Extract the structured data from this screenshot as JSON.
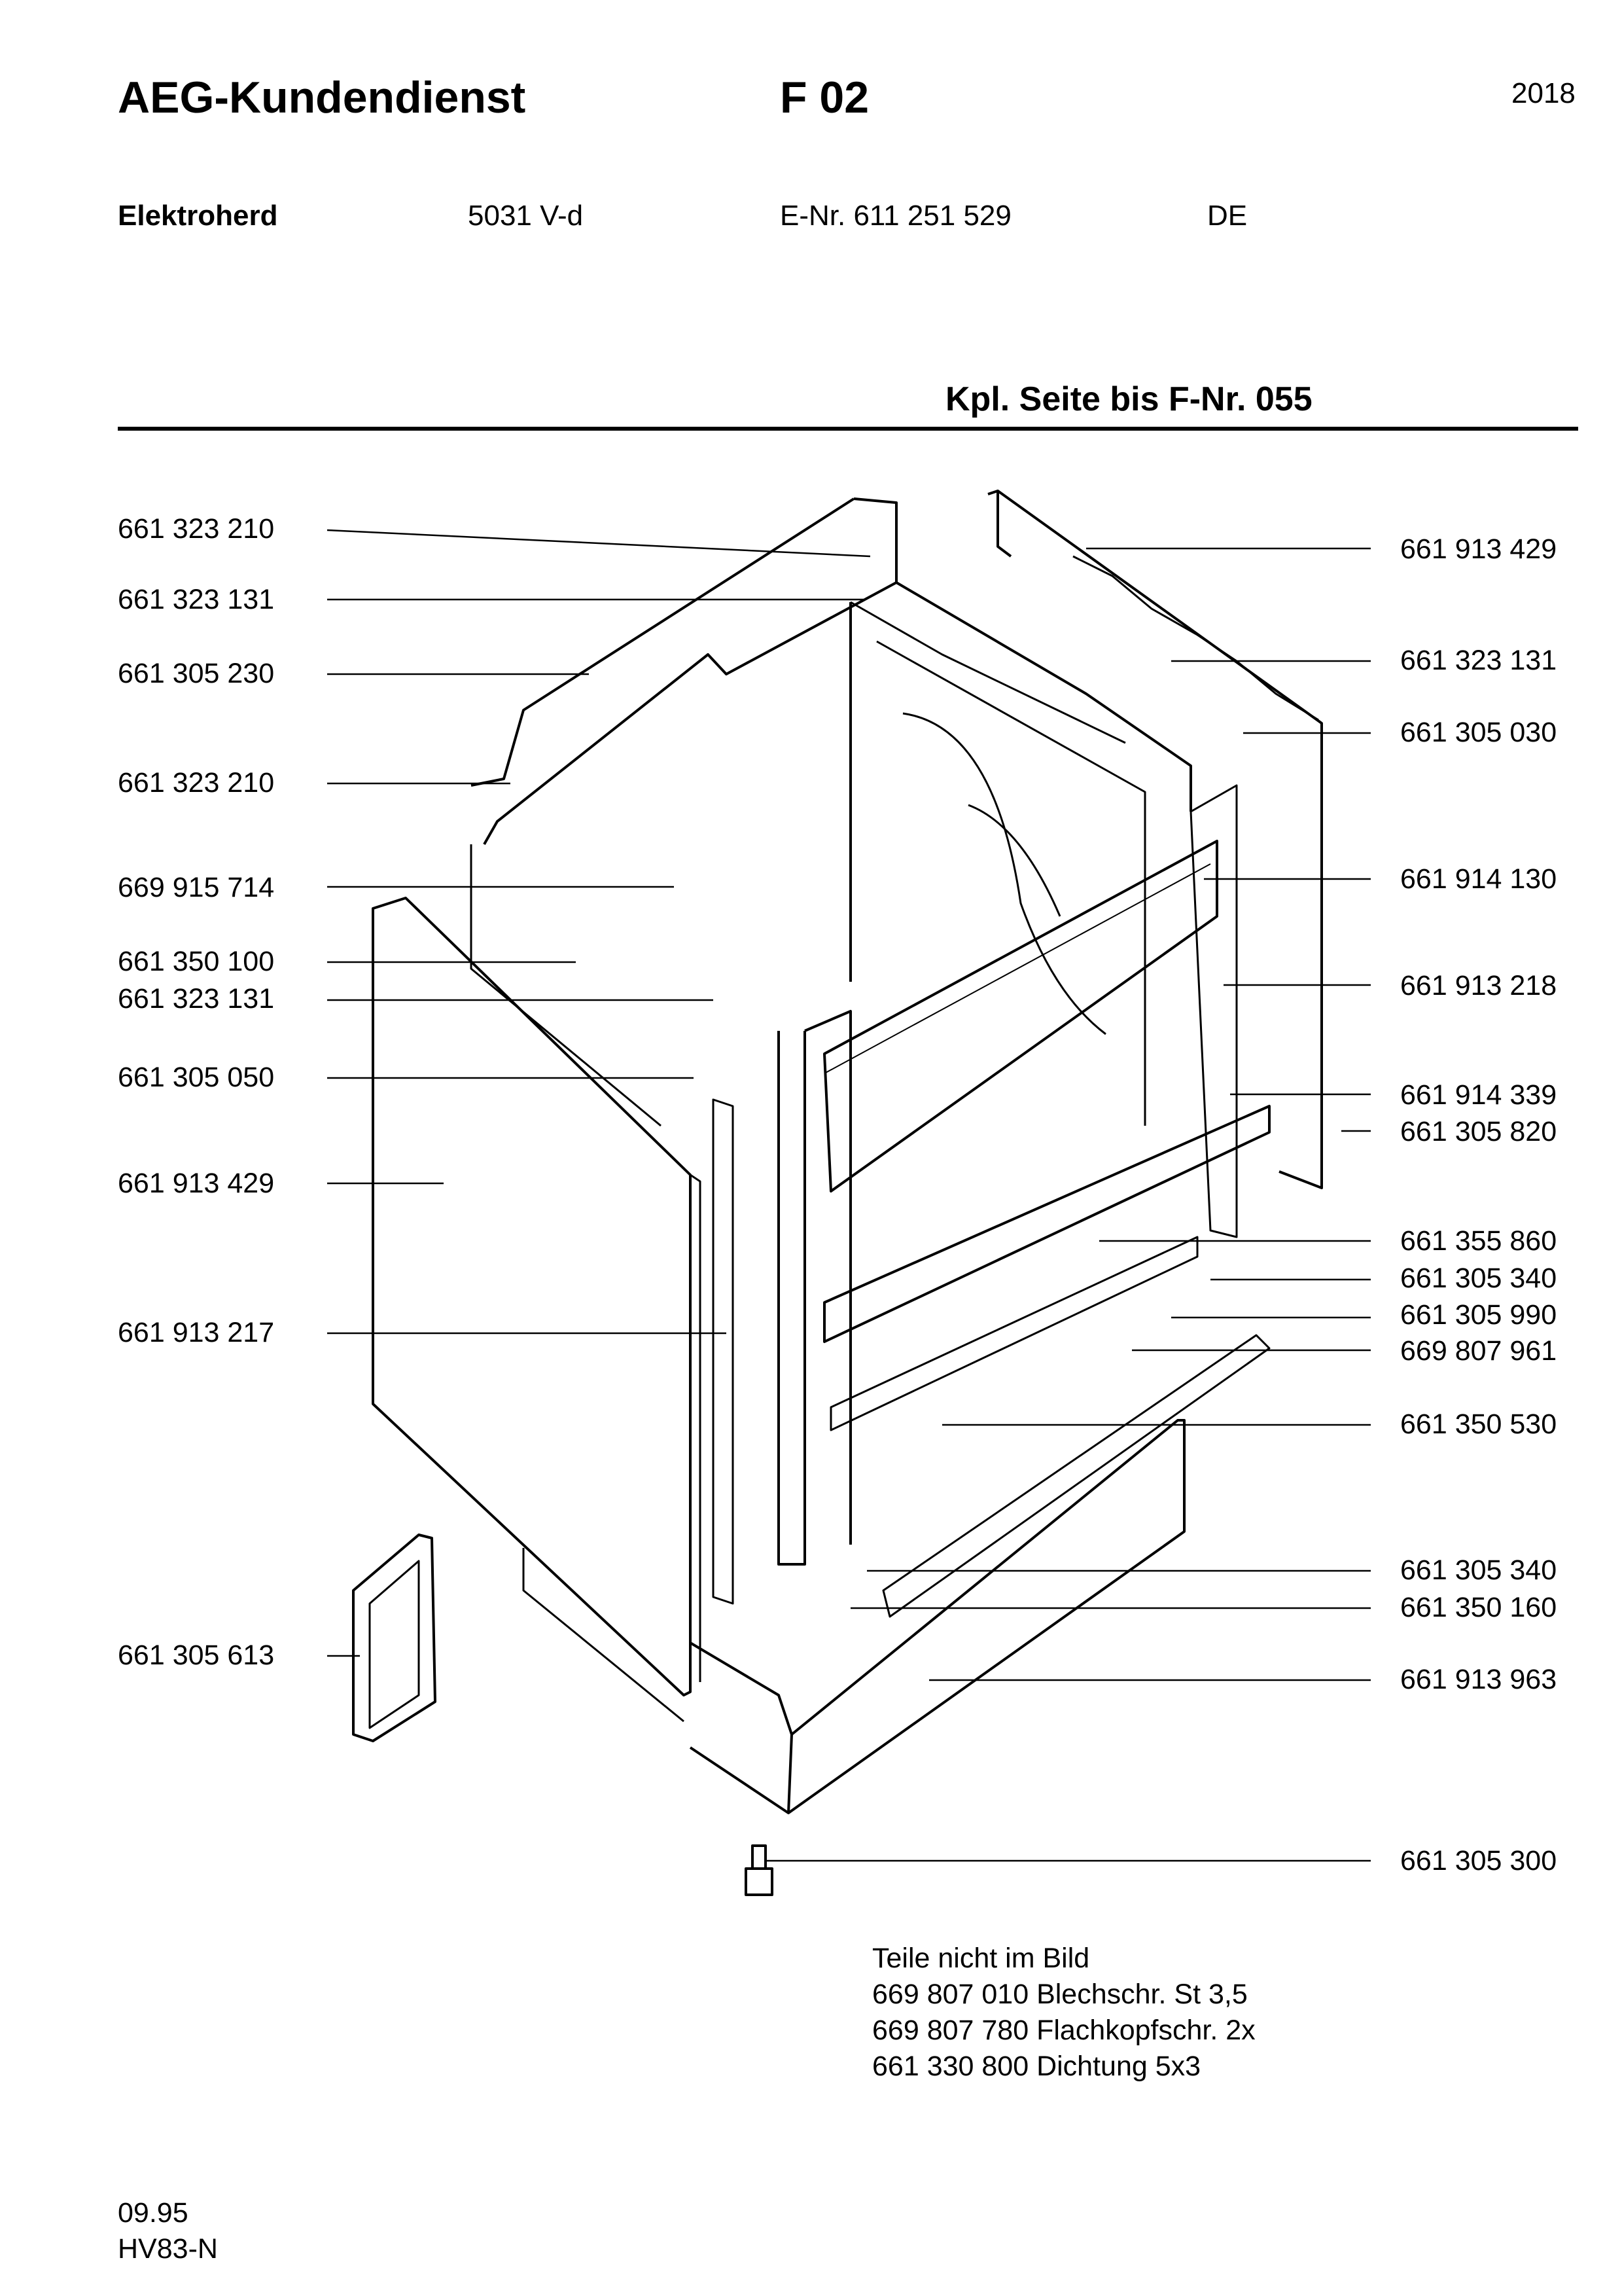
{
  "header": {
    "brand": "AEG-Kundendienst",
    "section": "F 02",
    "year": "2018",
    "product": "Elektroherd",
    "model": "5031 V-d",
    "enr": "E-Nr. 611 251 529",
    "country": "DE",
    "subtitle": "Kpl. Seite bis F-Nr. 055"
  },
  "left_callouts": [
    "661 323 210",
    "661 323 131",
    "661 305 230",
    "661 323 210",
    "669 915 714",
    "661 350 100",
    "661 323 131",
    "661 305 050",
    "661 913 429",
    "661 913 217",
    "661 305 613"
  ],
  "right_callouts": [
    "661 913 429",
    "661 323 131",
    "661 305 030",
    "661 914 130",
    "661 913 218",
    "661 914 339",
    "661 305 820",
    "661 355 860",
    "661 305 340",
    "661 305 990",
    "669 807 961",
    "661 350 530",
    "661 305 340",
    "661 350 160",
    "661 913 963",
    "661 305 300"
  ],
  "notes": {
    "heading": "Teile nicht im Bild",
    "items": [
      "669 807 010 Blechschr. St 3,5",
      "669 807 780 Flachkopfschr. 2x",
      "661 330 800 Dichtung  5x3"
    ]
  },
  "footer": {
    "date": "09.95",
    "code": "HV83-N"
  }
}
